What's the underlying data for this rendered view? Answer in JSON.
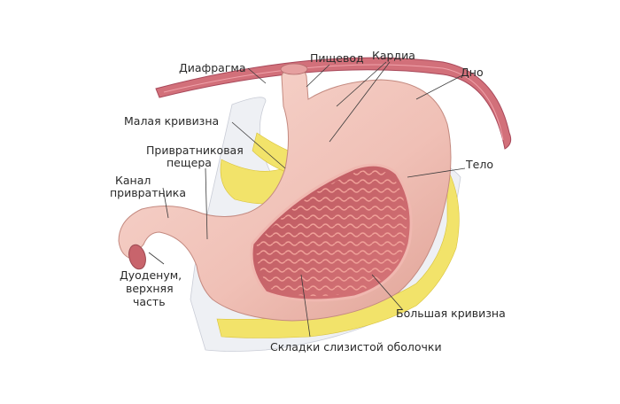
{
  "labels": {
    "diaphragm": "Диафрагма",
    "esophagus": "Пищевод",
    "cardia": "Кардиа",
    "fundus": "Дно",
    "lesser_curvature": "Малая кривизна",
    "pyloric_antrum_1": "Привратниковая",
    "pyloric_antrum_2": "пещера",
    "pyloric_canal_1": "Канал",
    "pyloric_canal_2": "привратника",
    "body": "Тело",
    "duodenum_1": "Дуоденум,",
    "duodenum_2": "верхняя",
    "duodenum_3": "часть",
    "greater_curvature": "Большая кривизна",
    "mucosal_folds": "Складки слизистой оболочки"
  },
  "colors": {
    "stomach": "#f2c6bd",
    "stomach_shade": "#e3a89e",
    "mucosa": "#c8666a",
    "mucosa_fold": "#e79088",
    "fat": "#f2e36a",
    "omentum": "#eef0f4",
    "diaphragm": "#d2707a"
  }
}
